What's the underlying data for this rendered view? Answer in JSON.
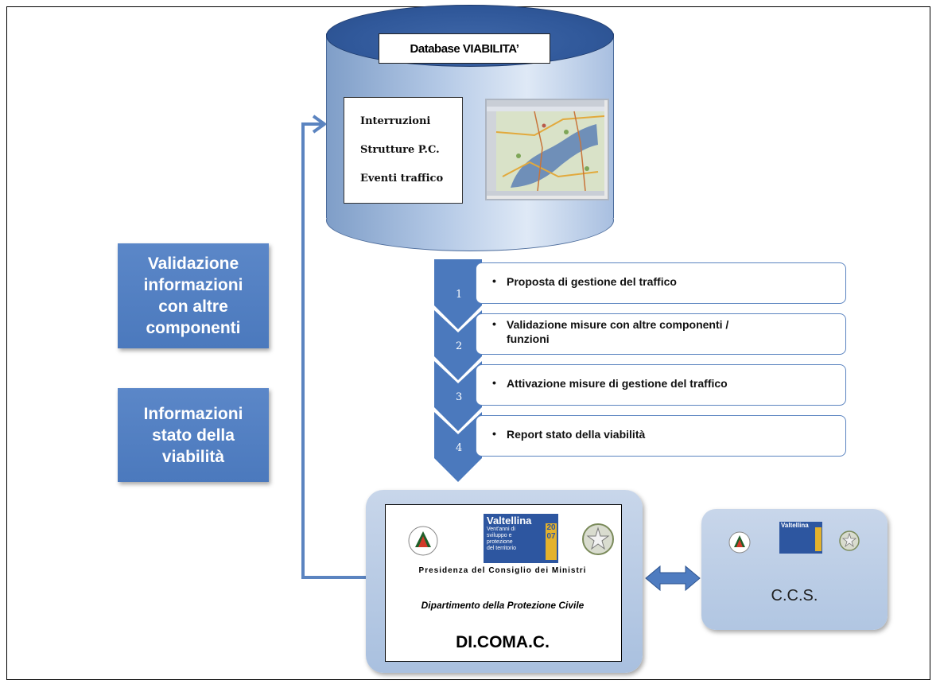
{
  "database": {
    "title": "Database VIABILITA’",
    "items": [
      "Interruzioni",
      "Strutture P.C.",
      "Eventi traffico"
    ]
  },
  "left_boxes": {
    "validation": [
      "Validazione",
      "informazioni",
      "con altre",
      "componenti"
    ],
    "status": [
      "Informazioni",
      "stato della",
      "viabilità"
    ]
  },
  "steps": [
    {
      "number": "1",
      "lines": [
        "Proposta di gestione del traffico"
      ]
    },
    {
      "number": "2",
      "lines": [
        "Validazione misure con altre componenti /",
        "funzioni"
      ]
    },
    {
      "number": "3",
      "lines": [
        "Attivazione misure di gestione del traffico"
      ]
    },
    {
      "number": "4",
      "lines": [
        "Report stato della viabilità"
      ]
    }
  ],
  "dicomac": {
    "presidency": "Presidenza del Consiglio dei Ministri",
    "department": "Dipartimento della Protezione Civile",
    "name": "DI.COMA.C.",
    "logo_text": [
      "Valtellina",
      "Vent'anni di",
      "sviluppo e",
      "protezione",
      "del territorio",
      "2007"
    ]
  },
  "ccs": {
    "name": "C.C.S.",
    "logo_text": [
      "Valtellina"
    ]
  },
  "icons": {
    "pc_logo": "protezione-civile-logo",
    "emblem": "italian-republic-emblem",
    "map": "map-screenshot"
  },
  "colors": {
    "accent_blue": "#4b79bd",
    "arrow_blue": "#5b84c0",
    "panel_light": "#b8cbe4"
  }
}
